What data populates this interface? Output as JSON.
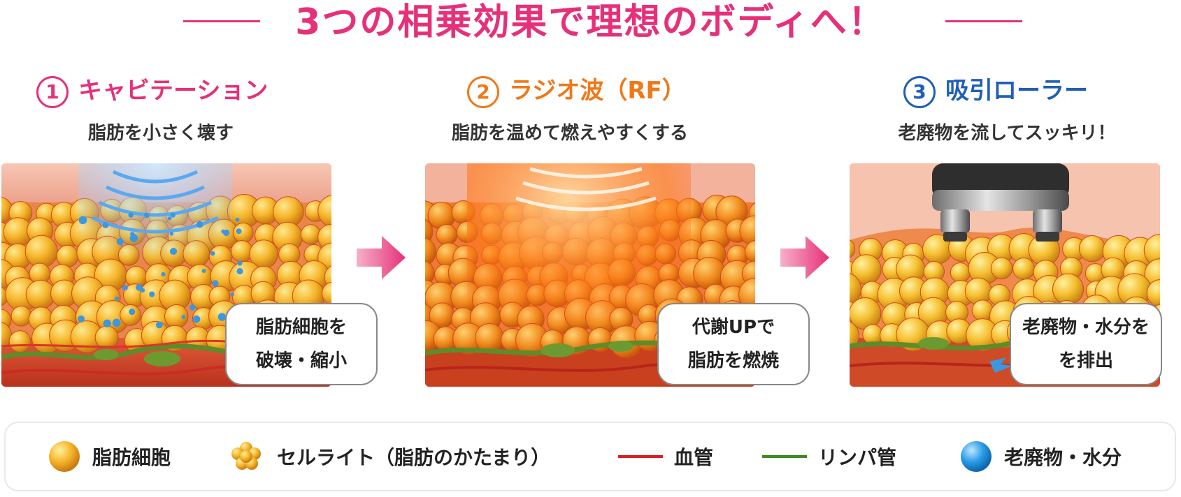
{
  "title": "3つの相乗効果で理想のボディへ！",
  "colors": {
    "pink": "#e6307a",
    "orange": "#f07818",
    "blue": "#1f5fb8"
  },
  "steps": [
    {
      "num": "1",
      "name": "キャビテーション",
      "sub": "脂肪を小さく壊す",
      "bubble_line1": "脂肪細胞を",
      "bubble_line2": "破壊・縮小"
    },
    {
      "num": "2",
      "name": "ラジオ波（RF）",
      "sub": "脂肪を温めて燃えやすくする",
      "bubble_line1": "代謝UPで",
      "bubble_line2": "脂肪を燃焼"
    },
    {
      "num": "3",
      "name": "吸引ローラー",
      "sub": "老廃物を流してスッキリ！",
      "bubble_line1": "老廃物・水分を",
      "bubble_line2": "を排出"
    }
  ],
  "legend": [
    {
      "icon": "fat-cell-icon",
      "label": "脂肪細胞"
    },
    {
      "icon": "cellulite-icon",
      "label": "セルライト（脂肪のかたまり）"
    },
    {
      "icon": "blood-vessel-icon",
      "label": "血管"
    },
    {
      "icon": "lymph-vessel-icon",
      "label": "リンパ管"
    },
    {
      "icon": "waste-water-icon",
      "label": "老廃物・水分"
    }
  ]
}
